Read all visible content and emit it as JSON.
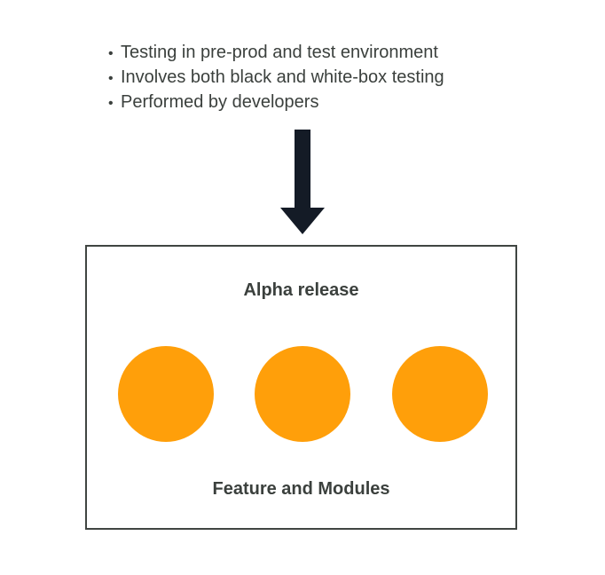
{
  "bullets": {
    "marker": "•",
    "items": [
      "Testing in pre-prod and test environment",
      "Involves both black and white-box testing",
      "Performed by developers"
    ]
  },
  "arrow": {
    "icon": "down-arrow-icon",
    "color": "#141b26"
  },
  "box": {
    "title": "Alpha release",
    "caption": "Feature and Modules",
    "circle_color": "#ff9f0a",
    "circles": 3
  }
}
